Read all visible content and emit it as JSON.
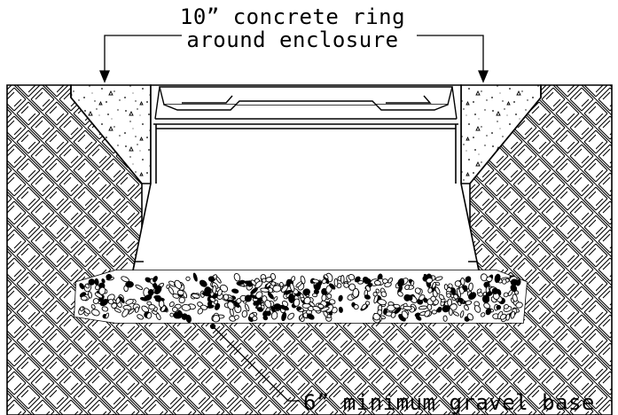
{
  "labels": {
    "concrete_ring": {
      "line1": "10” concrete ring",
      "line2": "around enclosure"
    },
    "gravel_base": "6” minimum gravel base"
  },
  "components": [
    "native-soil",
    "concrete-ring",
    "enclosure",
    "enclosure-lid",
    "gravel-base"
  ],
  "colors": {
    "ink": "#000000",
    "background": "#ffffff"
  }
}
